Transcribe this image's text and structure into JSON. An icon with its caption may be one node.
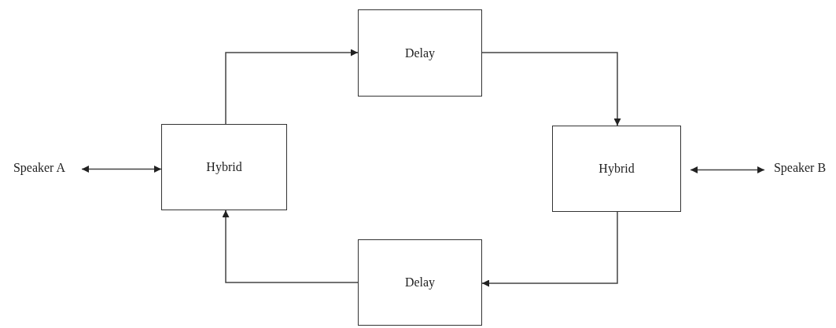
{
  "diagram": {
    "nodes": [
      {
        "text": [
          "Speaker A"
        ]
      },
      {
        "text": [
          "Hybrid"
        ]
      },
      {
        "text": [
          "Delay"
        ]
      },
      {
        "text": [
          "Hybrid"
        ]
      },
      {
        "text": [
          "Speaker B"
        ]
      },
      {
        "text": [
          "Delay"
        ]
      }
    ],
    "edges": [
      {
        "from": 0,
        "to": 1,
        "arrow": "both"
      },
      {
        "from": 1,
        "to": 2,
        "arrow": "to"
      },
      {
        "from": 2,
        "to": 3,
        "arrow": "to"
      },
      {
        "from": 3,
        "to": 5,
        "arrow": "to"
      },
      {
        "from": 5,
        "to": 1,
        "arrow": "to"
      },
      {
        "from": 3,
        "to": 4,
        "arrow": "both"
      }
    ]
  }
}
